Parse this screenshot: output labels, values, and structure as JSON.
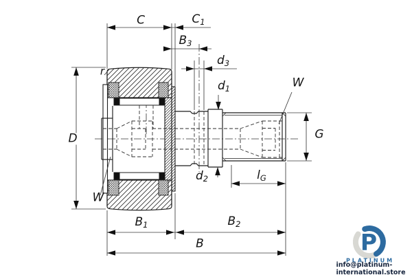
{
  "drawing": {
    "type": "cam-follower-bearing-cross-section",
    "dimension_labels": {
      "C": {
        "text": "C"
      },
      "C1": {
        "main": "C",
        "sub": "1"
      },
      "B3": {
        "main": "B",
        "sub": "3"
      },
      "d3": {
        "main": "d",
        "sub": "3"
      },
      "d1": {
        "main": "d",
        "sub": "1"
      },
      "d2": {
        "main": "d",
        "sub": "2"
      },
      "D": {
        "text": "D"
      },
      "r": {
        "text": "r"
      },
      "W_top": {
        "text": "W"
      },
      "W_bottom": {
        "text": "W"
      },
      "G": {
        "text": "G"
      },
      "lG": {
        "main": "l",
        "sub": "G"
      },
      "B1": {
        "main": "B",
        "sub": "1"
      },
      "B2": {
        "main": "B",
        "sub": "2"
      },
      "B": {
        "text": "B"
      }
    },
    "colors": {
      "line": "#1c1c1c",
      "dim_line": "#3a3a3a",
      "background": "#ffffff"
    }
  },
  "branding": {
    "mark_letter": "P",
    "name": "PLATINUM",
    "email": "info@platinum-international.store",
    "brand_color": "#2d6ba0",
    "email_color": "#16243d"
  }
}
